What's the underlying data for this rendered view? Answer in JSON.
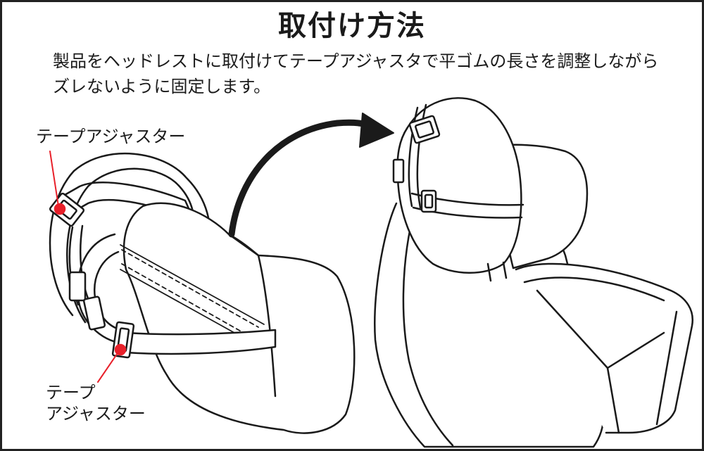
{
  "title": "取付け方法",
  "description": {
    "line1": "製品をヘッドレストに取付けてテープアジャスタで平ゴムの長さを調整しながら",
    "line2": "ズレないように固定します。"
  },
  "callouts": {
    "top": "テープアジャスター",
    "bottom_line1": "テープ",
    "bottom_line2": "アジャスター"
  },
  "colors": {
    "text": "#1a1a1a",
    "line": "#1a1a1a",
    "marker": "#e8202a",
    "fill": "#ffffff",
    "frame": "#222222"
  }
}
